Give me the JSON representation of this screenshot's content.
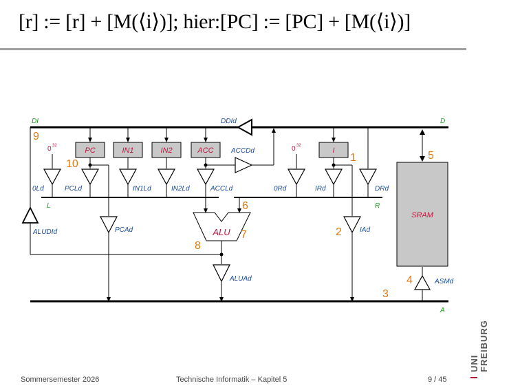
{
  "slide": {
    "title": "[r] := [r] + [M(⟨i⟩)]; hier:[PC] := [PC] + [M(⟨i⟩)]"
  },
  "footer": {
    "left": "Sommersemester 2026",
    "center": "Technische Informatik – Kapitel 5",
    "page": "9 / 45"
  },
  "logo": {
    "line1": "UNI",
    "line2": "FREIBURG"
  },
  "diagram": {
    "bus_labels": {
      "di": "DI",
      "d": "D",
      "l": "L",
      "r": "R",
      "a": "A"
    },
    "registers": {
      "pc": "PC",
      "in1": "IN1",
      "in2": "IN2",
      "acc": "ACC",
      "i": "I",
      "sram": "SRAM",
      "alu": "ALU"
    },
    "drivers": {
      "ddid": "DDId",
      "accdd": "ACCDd",
      "0ld": "0Ld",
      "pcld": "PCLd",
      "in1ld": "IN1Ld",
      "in2ld": "IN2Ld",
      "accld": "ACCLd",
      "0rd": "0Rd",
      "ird": "IRd",
      "drd": "DRd",
      "aludid": "ALUDId",
      "pcad": "PCAd",
      "iad": "IAd",
      "aluad": "ALUAd",
      "asmd": "ASMd"
    },
    "zero_constants": {
      "base": "0",
      "exp": "32"
    },
    "step_numbers": [
      "1",
      "2",
      "3",
      "4",
      "5",
      "6",
      "7",
      "8",
      "9",
      "10"
    ],
    "colors": {
      "register_fill": "#c8c8c8",
      "register_text": "#c0143c",
      "driver_label": "#1a4a9a",
      "bus_label": "#1a9a1a",
      "step_number": "#e07a10"
    }
  }
}
